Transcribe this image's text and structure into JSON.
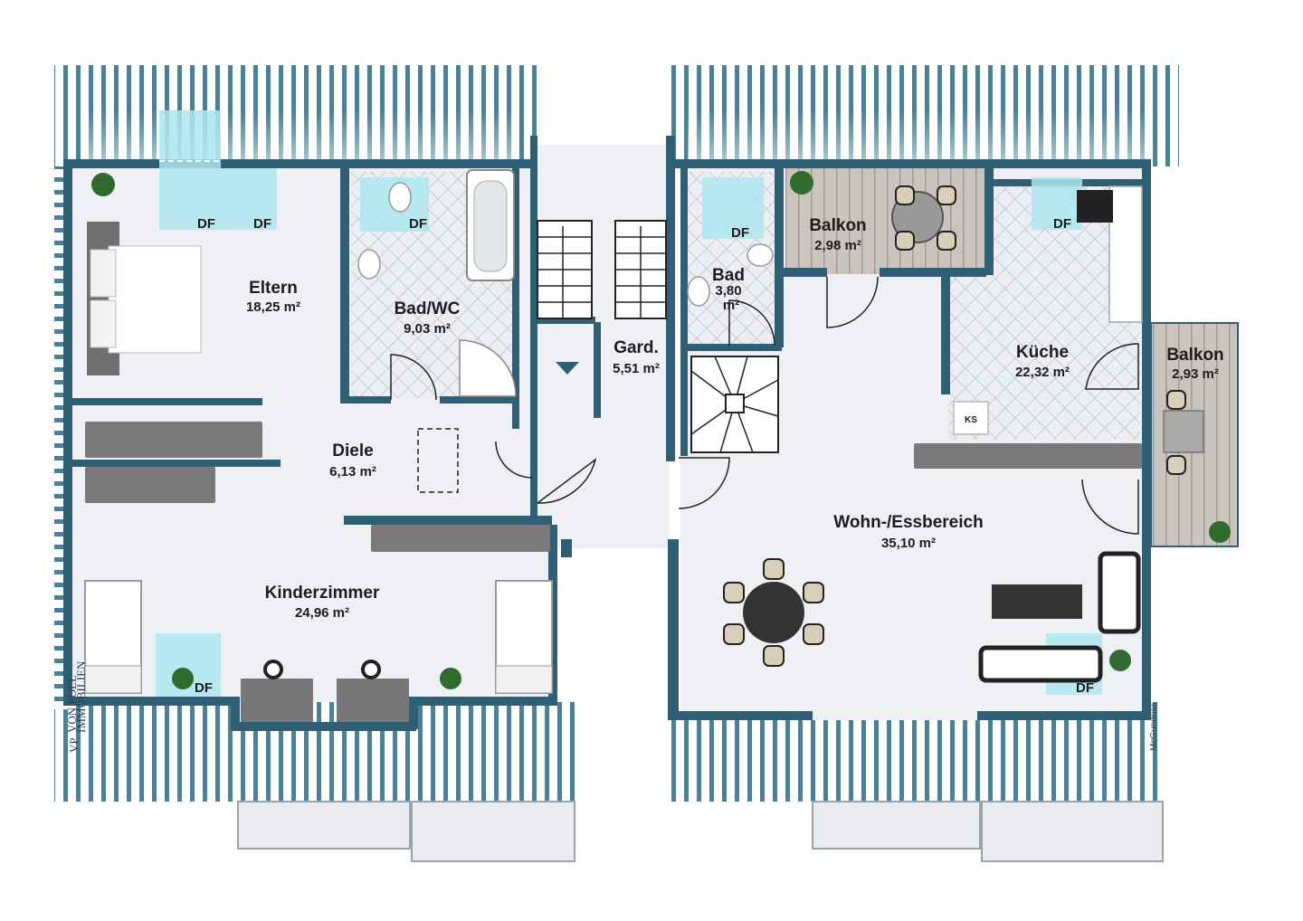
{
  "colors": {
    "wall": "#2f5f74",
    "floor": "#eef0f3",
    "tile": "#e2e5ea",
    "roof_line": "#3d6f84",
    "furniture": "#777777",
    "glass": "#aee6ef",
    "wood": "#b9b3ac"
  },
  "rooms": {
    "eltern": {
      "name": "Eltern",
      "area": "18,25 m²"
    },
    "bad_wc": {
      "name": "Bad/WC",
      "area": "9,03 m²"
    },
    "diele": {
      "name": "Diele",
      "area": "6,13 m²"
    },
    "kinderzimmer": {
      "name": "Kinderzimmer",
      "area": "24,96 m²"
    },
    "gard": {
      "name": "Gard.",
      "area": "5,51 m²"
    },
    "bad": {
      "name": "Bad",
      "area_line1": "3,80",
      "area_line2": "m²"
    },
    "balkon_top": {
      "name": "Balkon",
      "area": "2,98 m²"
    },
    "kueche": {
      "name": "Küche",
      "area": "22,32 m²"
    },
    "balkon_right": {
      "name": "Balkon",
      "area": "2,93 m²"
    },
    "wohn": {
      "name": "Wohn-/Essbereich",
      "area": "35,10 m²"
    }
  },
  "labels": {
    "df": "DF",
    "ks": "KS"
  },
  "branding": {
    "logo_mark": "VP",
    "logo_text": "VON POLL",
    "logo_sub": "IMMOBILIEN",
    "credit": "McGundriss"
  },
  "icons": [
    "plant-icon",
    "bed-icon",
    "bathtub-icon",
    "toilet-icon",
    "sink-icon",
    "stairs-icon",
    "dining-table-icon",
    "sofa-icon",
    "stove-icon",
    "arrow-down-icon"
  ]
}
